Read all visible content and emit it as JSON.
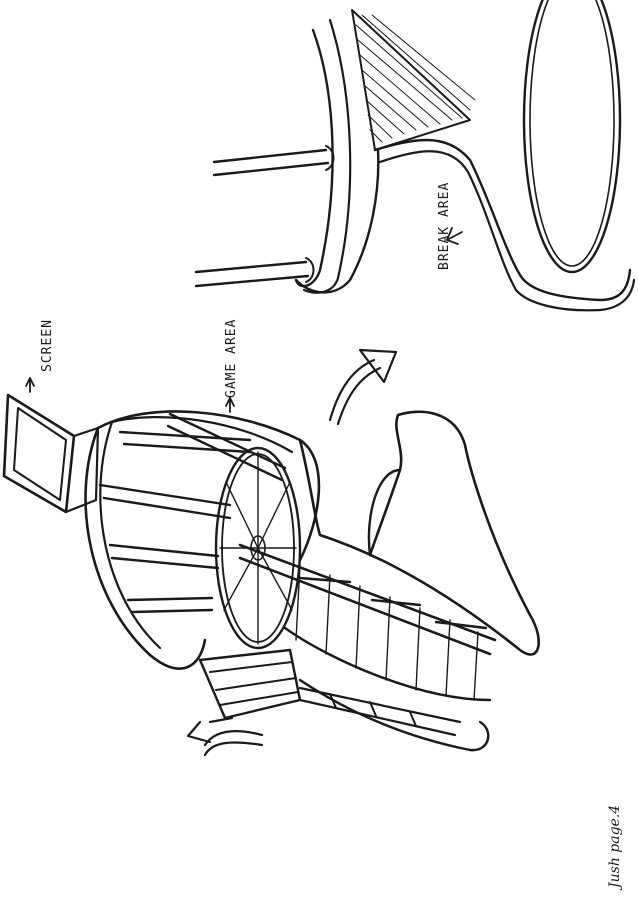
{
  "labels": {
    "screen": "SCREEN",
    "game_area": "GAME AREA",
    "break_area": "BREAK AREA",
    "signature": "Jush   page.4"
  },
  "colors": {
    "ink": "#1a1a1a",
    "paper": "#ffffff"
  }
}
